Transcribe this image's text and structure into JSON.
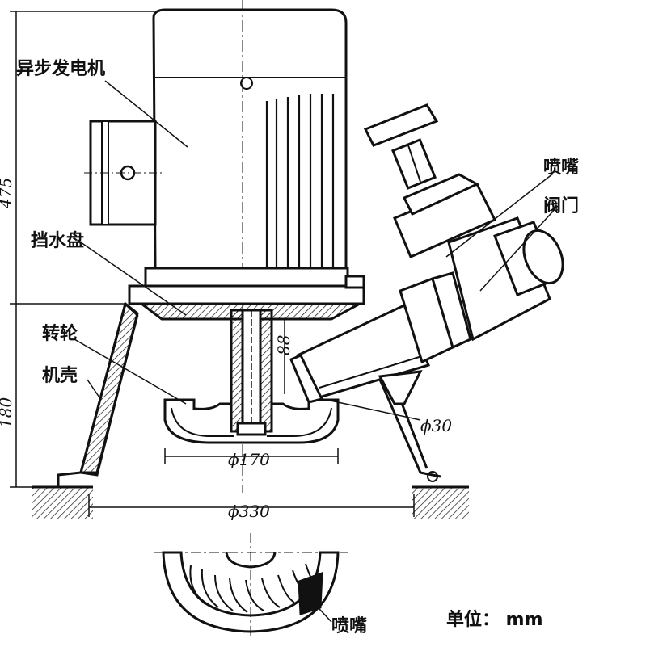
{
  "labels": {
    "generator": "异步发电机",
    "baffle": "挡水盘",
    "runner": "转轮",
    "casing": "机壳",
    "nozzle_top": "喷嘴",
    "valve": "阀门",
    "nozzle_bottom": "喷嘴"
  },
  "dimensions": {
    "total_height": "475",
    "base_height": "180",
    "runner_dia": "ϕ170",
    "base_dia": "ϕ330",
    "nozzle_dia": "ϕ30",
    "shaft_gap": "88"
  },
  "unit": "单位： mm"
}
